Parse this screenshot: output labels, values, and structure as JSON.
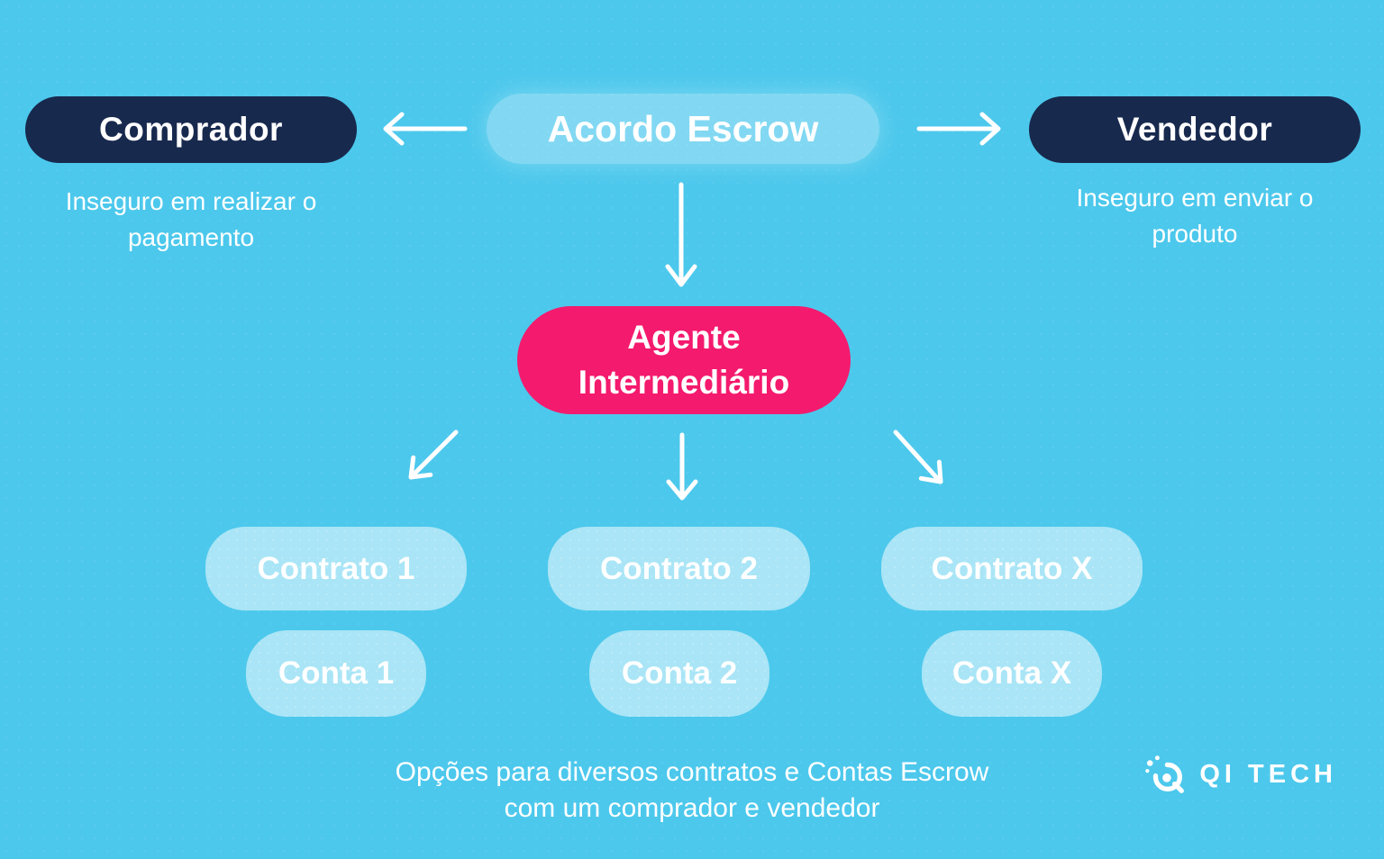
{
  "colors": {
    "background": "#4CC8EC",
    "dark_pill": "#18294E",
    "accent_pink": "#F41A6E",
    "text_color": "#FFFFFF"
  },
  "header": {
    "center": {
      "label": "Acordo Escrow"
    },
    "left": {
      "label": "Comprador",
      "note_lines": [
        "Inseguro em realizar o",
        "pagamento"
      ]
    },
    "right": {
      "label": "Vendedor",
      "note_lines": [
        "Inseguro em enviar o",
        "produto"
      ]
    }
  },
  "agent": {
    "label_lines": [
      "Agente",
      "Intermediário"
    ]
  },
  "columns": [
    {
      "contract": "Contrato 1",
      "account": "Conta 1"
    },
    {
      "contract": "Contrato 2",
      "account": "Conta 2"
    },
    {
      "contract": "Contrato X",
      "account": "Conta X"
    }
  ],
  "caption_lines": [
    "Opções para diversos contratos e Contas Escrow",
    "com um comprador e vendedor"
  ],
  "logo": {
    "text": "QI TECH"
  }
}
